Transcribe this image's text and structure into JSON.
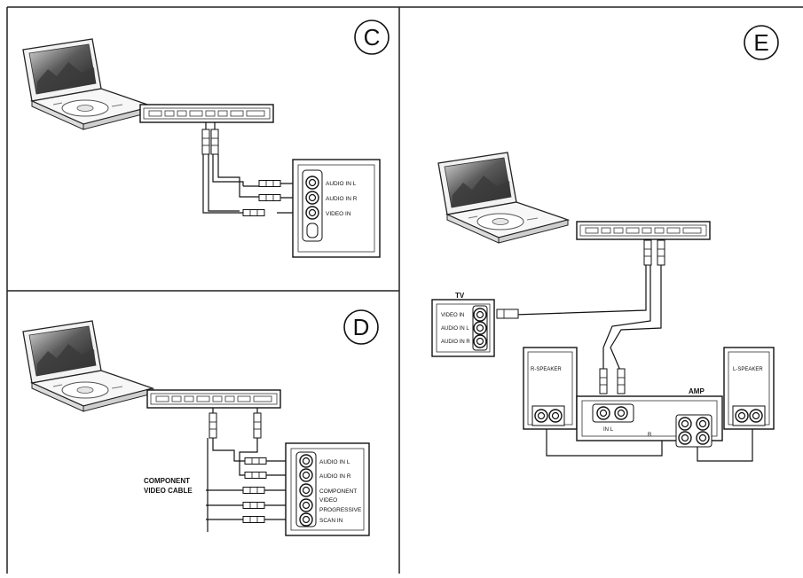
{
  "panels": {
    "c": {
      "badge": "C",
      "inputs": [
        "AUDIO IN L",
        "AUDIO IN R",
        "VIDEO IN"
      ]
    },
    "d": {
      "badge": "D",
      "inputs": [
        "AUDIO IN L",
        "AUDIO IN R",
        "COMPONENT",
        "VIDEO",
        "PROGRESSIVE",
        "SCAN IN"
      ],
      "cable_label": [
        "COMPONENT",
        "VIDEO CABLE"
      ]
    },
    "e": {
      "badge": "E",
      "tv_label": "TV",
      "tv_inputs": [
        "VIDEO IN",
        "AUDIO IN L",
        "AUDIO IN R"
      ],
      "amp_label": "AMP",
      "left_speaker_label": "R-SPEAKER",
      "right_speaker_label": "L-SPEAKER",
      "amp_port_label_1": "IN L",
      "amp_port_label_2": "R"
    }
  }
}
